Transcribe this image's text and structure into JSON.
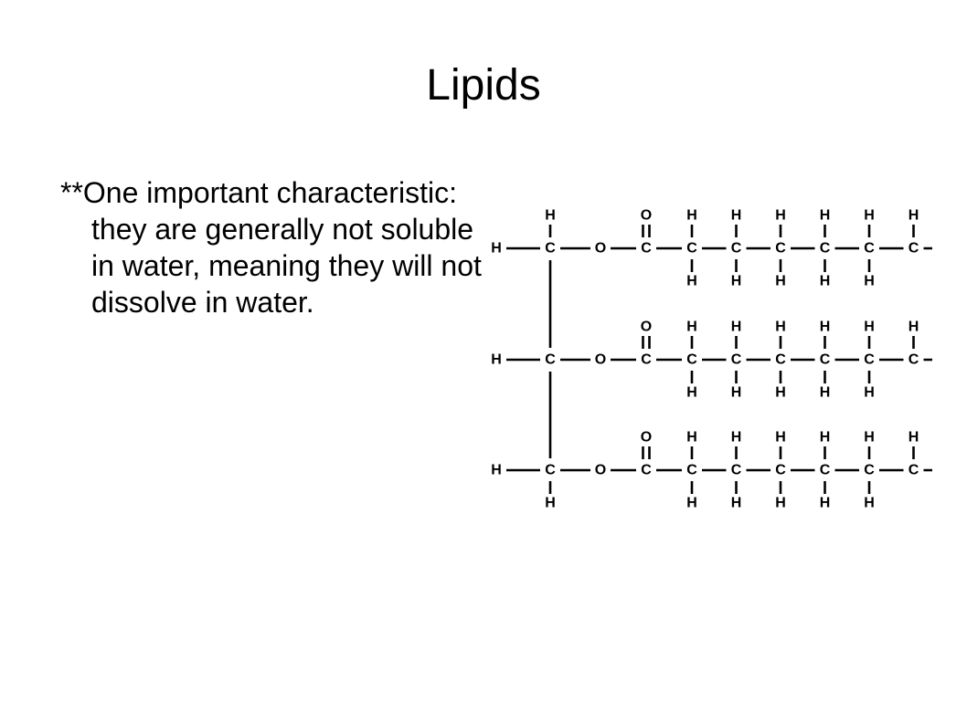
{
  "slide": {
    "title": "Lipids",
    "body": "**One important characteristic: they are generally not soluble in water, meaning they will not dissolve in water."
  },
  "diagram": {
    "molecule": "triglyceride",
    "atom_labels": {
      "hydrogen": "H",
      "carbon": "C",
      "oxygen": "O"
    },
    "chains": 3,
    "chain_carbons": 6
  }
}
